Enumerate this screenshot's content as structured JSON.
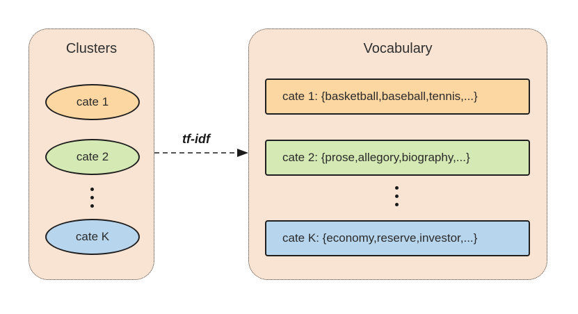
{
  "clusters": {
    "title": "Clusters",
    "items": [
      {
        "label": "cate 1",
        "color": "#fdd7a2"
      },
      {
        "label": "cate 2",
        "color": "#d4e9b3"
      },
      {
        "label": "cate K",
        "color": "#b8d5ee"
      }
    ]
  },
  "arrow": {
    "label": "tf-idf"
  },
  "vocabulary": {
    "title": "Vocabulary",
    "items": [
      {
        "label": "cate 1: {basketball,baseball,tennis,...}",
        "color": "#fdd7a2"
      },
      {
        "label": "cate 2: {prose,allegory,biography,...}",
        "color": "#d4e9b3"
      },
      {
        "label": "cate K: {economy,reserve,investor,...}",
        "color": "#b8d5ee"
      }
    ]
  },
  "colors": {
    "panel_background": "#f9e3d2",
    "border": "#1f1f1f"
  }
}
